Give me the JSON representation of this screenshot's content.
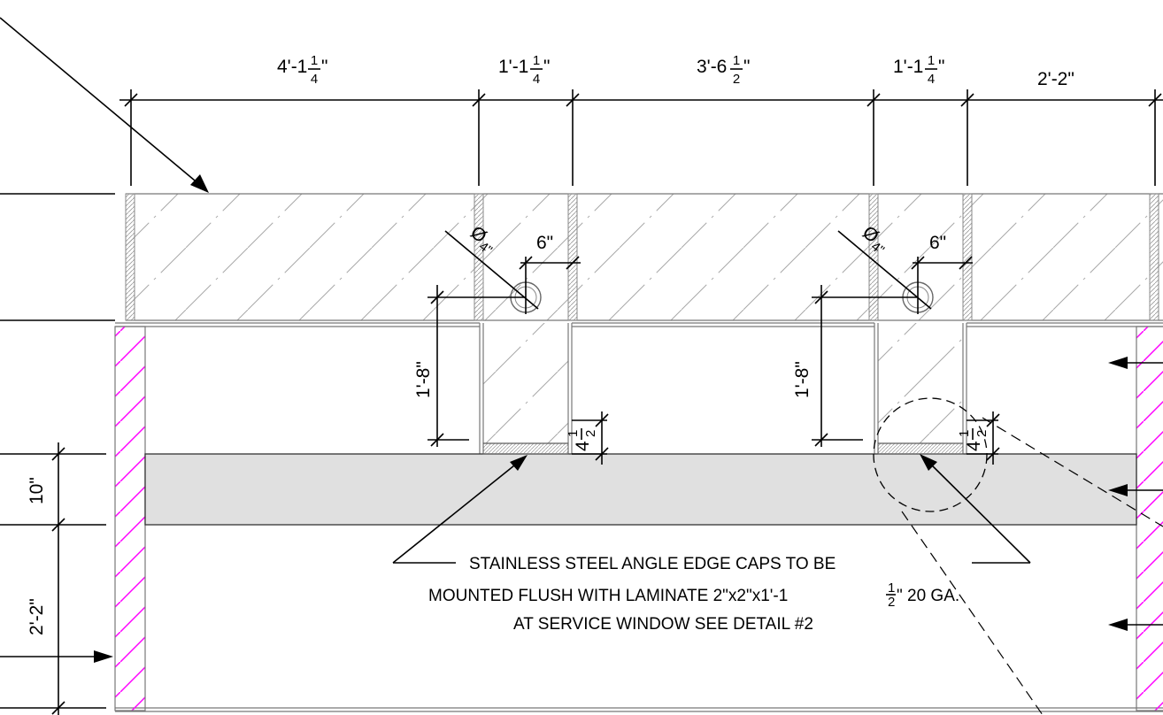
{
  "dimensions": {
    "top": [
      {
        "whole": "4'-1",
        "num": "1",
        "den": "4",
        "unit": "\""
      },
      {
        "whole": "1'-1",
        "num": "1",
        "den": "4",
        "unit": "\""
      },
      {
        "whole": "3'-6",
        "num": "1",
        "den": "2",
        "unit": "\""
      },
      {
        "whole": "1'-1",
        "num": "1",
        "den": "4",
        "unit": "\""
      },
      {
        "text": "2'-2\""
      }
    ],
    "hole_diameter": {
      "symbol": "Ø",
      "value": "4\""
    },
    "hole_offset": "6\"",
    "hole_height": "1'-8\"",
    "cap_height": {
      "num": "1",
      "lead": "4",
      "den": "2"
    },
    "left_upper": "10\"",
    "left_lower": "2'-2\""
  },
  "note": {
    "line1": "STAINLESS STEEL ANGLE EDGE CAPS TO BE",
    "line2_a": "MOUNTED FLUSH WITH LAMINATE 2\"x2\"x1'-1",
    "line2_num": "1",
    "line2_den": "2",
    "line2_b": "\" 20 GA.",
    "line3": "AT SERVICE WINDOW SEE DETAIL #2"
  },
  "colors": {
    "line": "#000000",
    "hatch_wall": "#ff00ff",
    "hatch_glass": "#9a9a9a",
    "counter_fill": "#e0e0e0",
    "cap_fill": "#d8d8d8"
  }
}
